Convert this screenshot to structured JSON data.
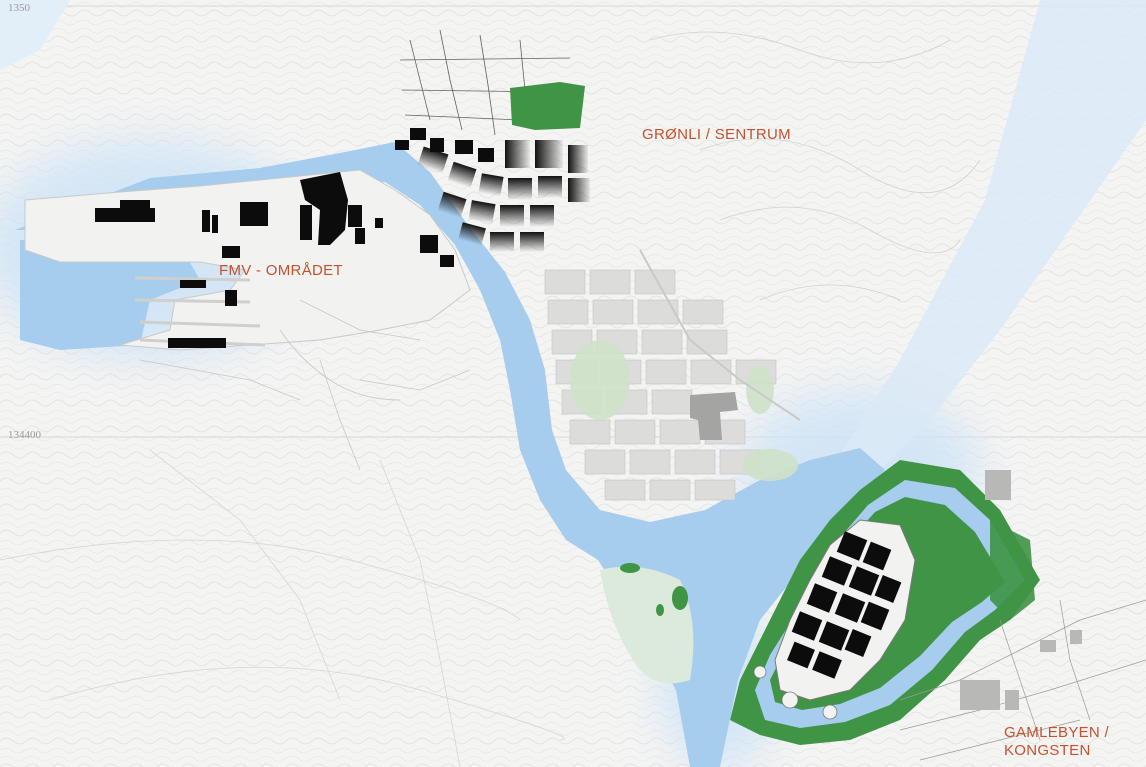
{
  "labels": {
    "fmv": "FMV - OMRÅDET",
    "gronli": "GRØNLI / SENTRUM",
    "gamlebyen_line1": "GAMLEBYEN /",
    "gamlebyen_line2": "KONGSTEN"
  },
  "coordinates": {
    "top_left": "1350",
    "left_mid": "134400"
  },
  "colors": {
    "background": "#f4f4f3",
    "water": "#a7cdee",
    "water_glow": "#cfe4f7",
    "buildings": "#0c0c0c",
    "parks": "#3f9445",
    "label": "#c4522f"
  }
}
